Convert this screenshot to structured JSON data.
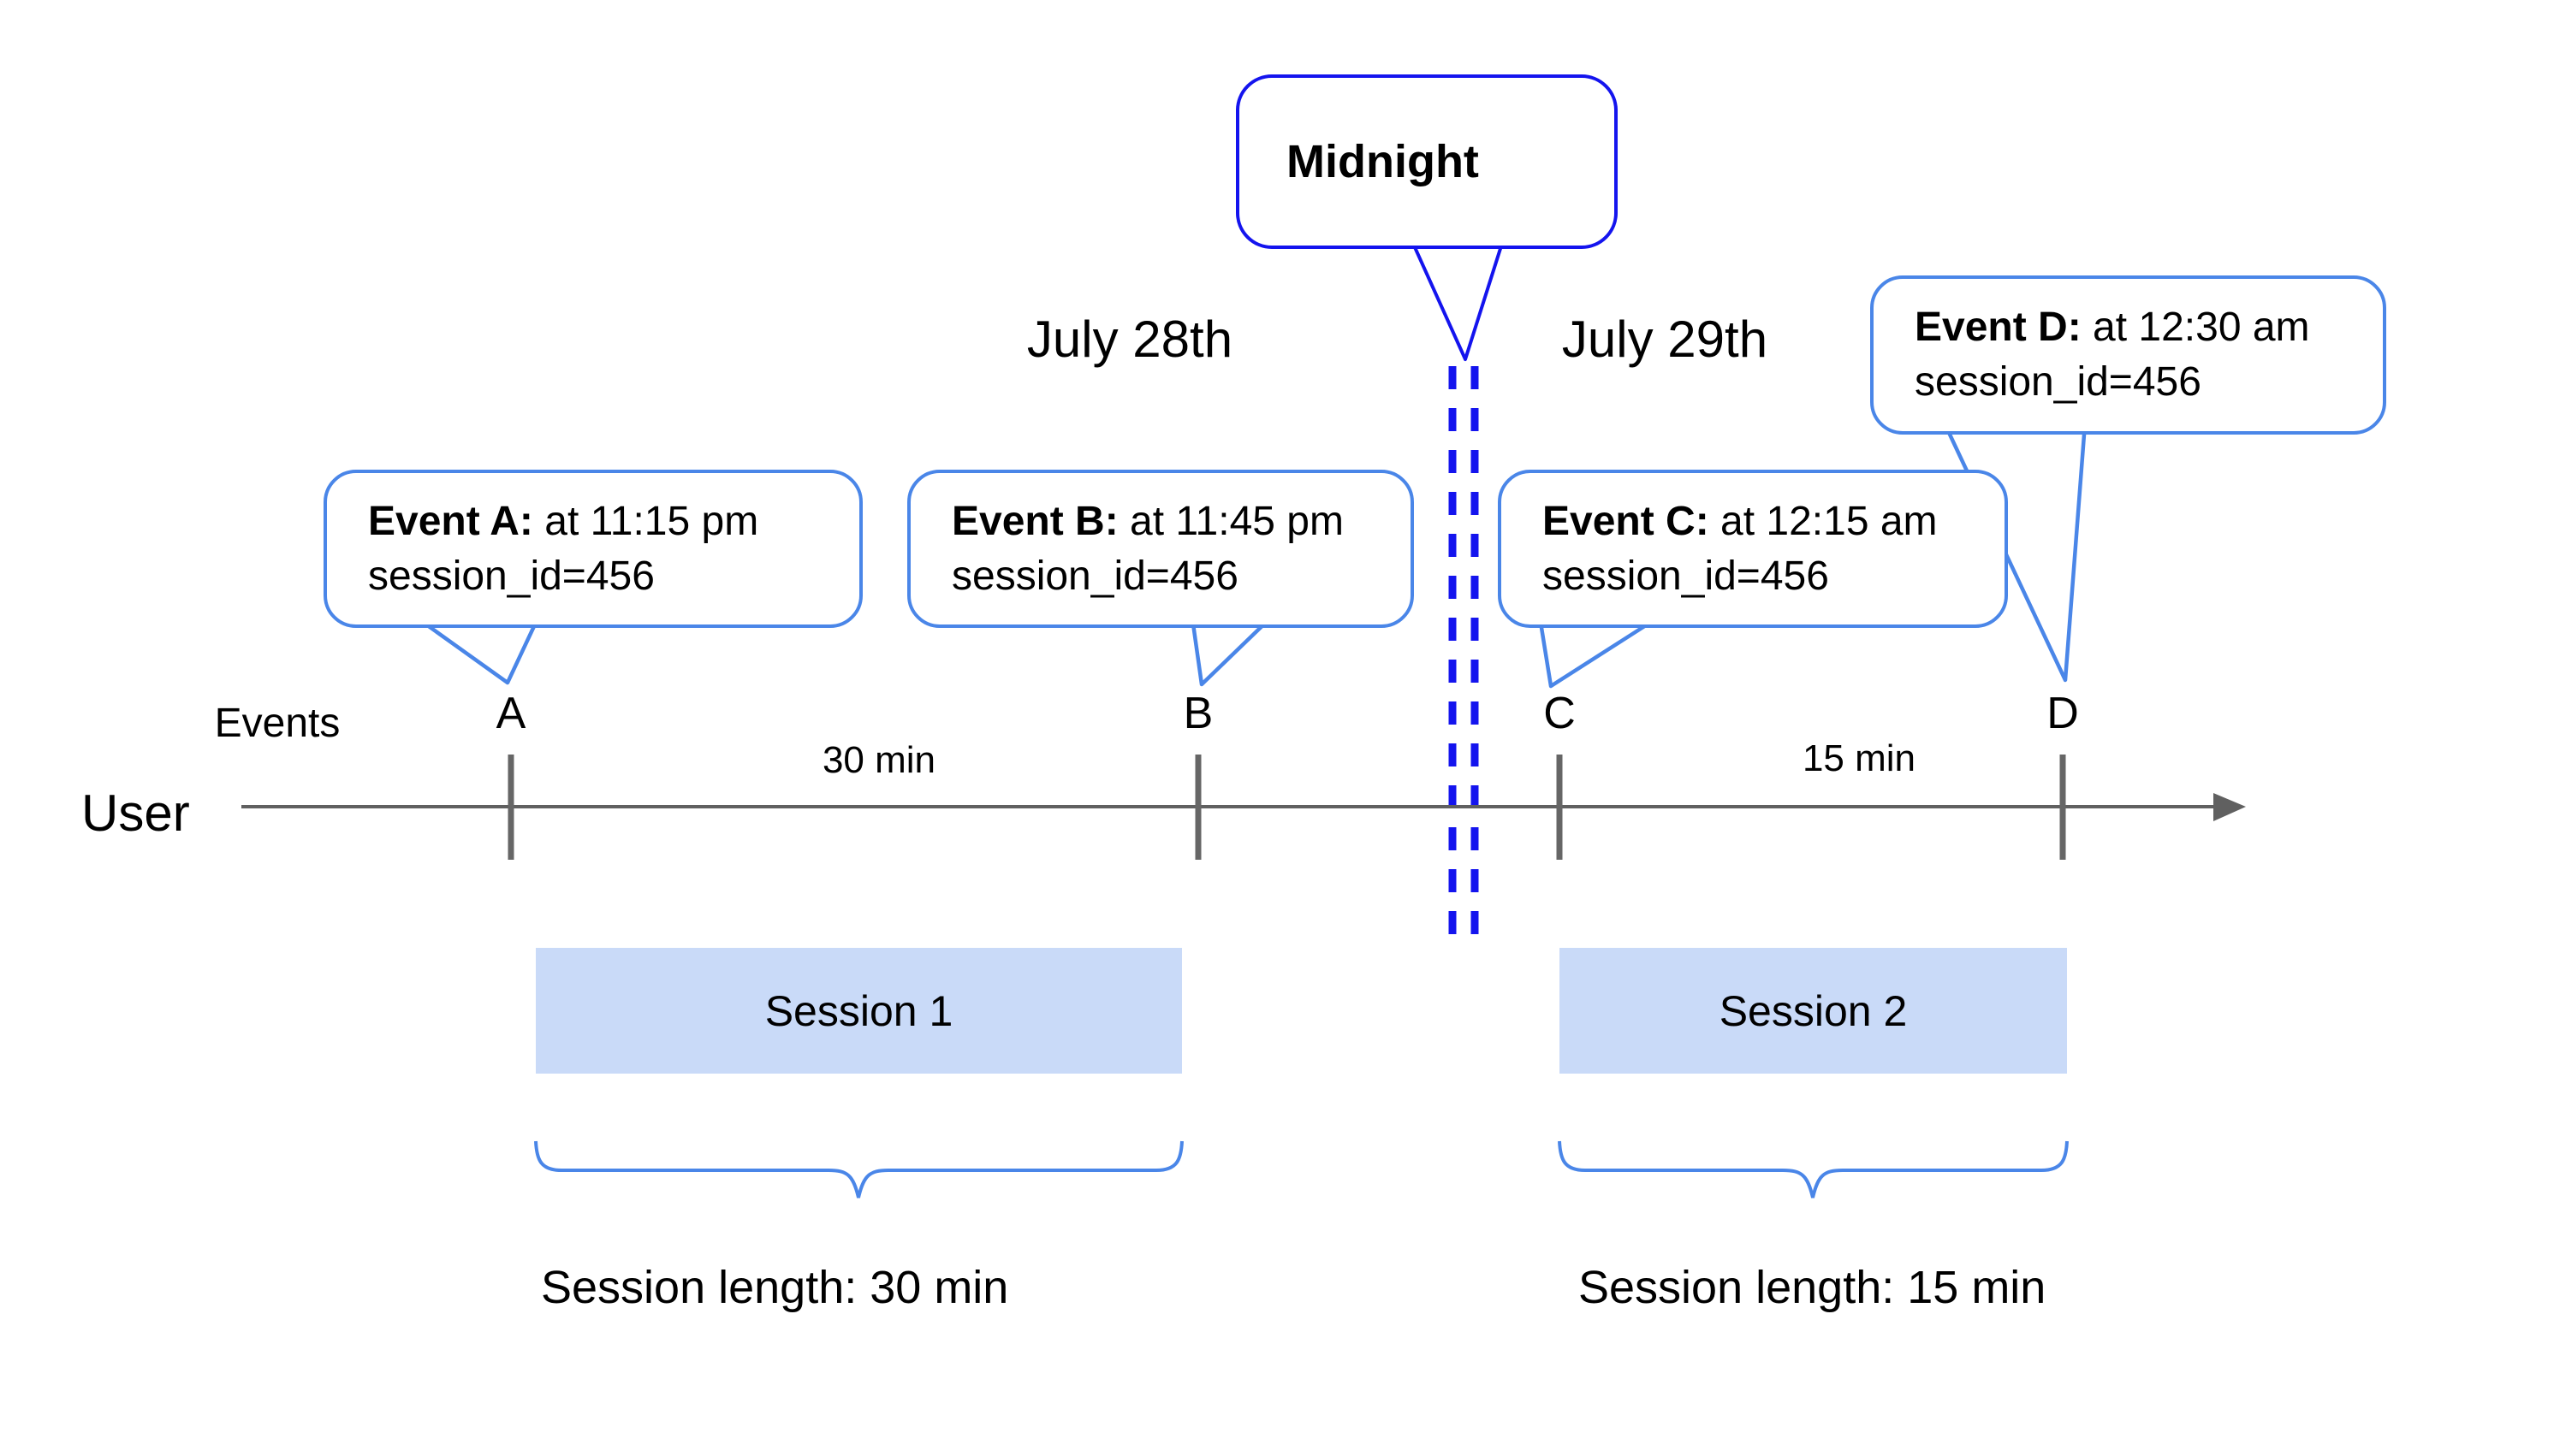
{
  "midnight_bubble": {
    "label": "Midnight"
  },
  "dates": {
    "left": "July 28th",
    "right": "July 29th"
  },
  "events": [
    {
      "label": "Event A:",
      "time": " at 11:15 pm",
      "session": "session_id=456",
      "tick": "A"
    },
    {
      "label": "Event B:",
      "time": " at 11:45 pm",
      "session": "session_id=456",
      "tick": "B"
    },
    {
      "label": "Event C:",
      "time": " at 12:15 am",
      "session": "session_id=456",
      "tick": "C"
    },
    {
      "label": "Event D:",
      "time": " at 12:30 am",
      "session": "session_id=456",
      "tick": "D"
    }
  ],
  "axis": {
    "events_label": "Events",
    "user_label": "User",
    "interval_left": "30 min",
    "interval_right": "15 min"
  },
  "sessions": [
    {
      "name": "Session 1",
      "length_label": "Session length: 30 min"
    },
    {
      "name": "Session 2",
      "length_label": "Session length: 15 min"
    }
  ],
  "colors": {
    "midnight_blue": "#1414ee",
    "callout_blue": "#4a86e8",
    "session_fill": "#c9daf8",
    "timeline_gray": "#606060",
    "text": "#000000"
  }
}
